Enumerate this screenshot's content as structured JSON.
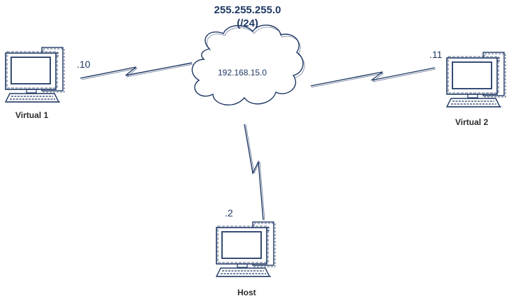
{
  "network": {
    "netmask": "255.255.255.0",
    "prefix": "(/24)",
    "subnet": "192.168.15.0"
  },
  "nodes": {
    "virtual1": {
      "label": "Virtual 1",
      "ip": ".10"
    },
    "virtual2": {
      "label": "Virtual 2",
      "ip": ".11"
    },
    "host": {
      "label": "Host",
      "ip": ".2"
    }
  },
  "colors": {
    "stroke": "#1f3864",
    "text": "#1f3864",
    "label": "#2b2b2b"
  }
}
